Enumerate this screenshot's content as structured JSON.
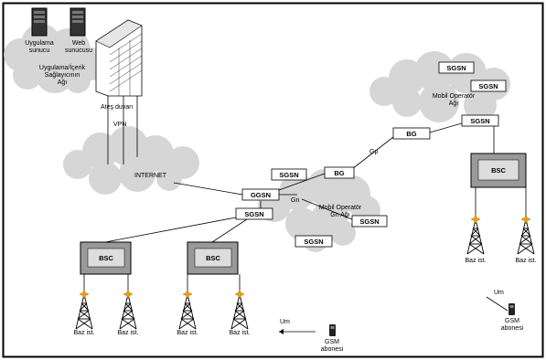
{
  "servers": {
    "app_server": "Uygulama\nsunucu",
    "web_server": "Web\nsunucusu",
    "provider_network": "Uygulama/İçerik\nSağlayıcının\nAğı"
  },
  "firewall": "Ateş duvarı",
  "vpn": "VPN",
  "internet": "INTERNET",
  "operator_cloud_center": "Mobil Operatör\nGn Ağı",
  "operator_cloud_right": "Mobil Operatör\nAğı",
  "node_labels": {
    "ggsn": "GGSN",
    "sgsn": "SGSN",
    "bg": "BG",
    "bsc": "BSC"
  },
  "interfaces": {
    "gn": "Gn",
    "gp": "Gp",
    "um": "Um"
  },
  "base_station": "Baz ist.",
  "gsm_subscriber": "GSM\nabonesi"
}
